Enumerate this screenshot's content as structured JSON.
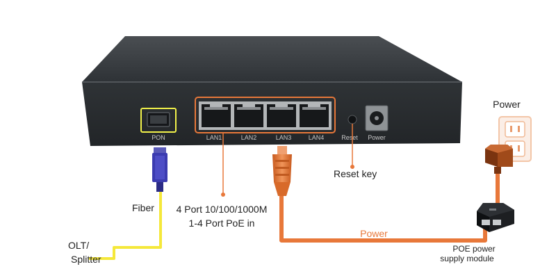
{
  "device": {
    "port_labels": {
      "pon": "PON",
      "lan1": "LAN1",
      "lan2": "LAN2",
      "lan3": "LAN3",
      "lan4": "LAN4",
      "reset": "Reset",
      "power": "Power"
    }
  },
  "callouts": {
    "fiber": "Fiber",
    "olt_line1": "OLT/",
    "olt_line2": "Splitter",
    "lan_desc_line1": "4 Port 10/100/1000M",
    "lan_desc_line2": "1-4 Port PoE in",
    "reset_key": "Reset key",
    "power_outlet": "Power",
    "power_cable": "Power",
    "poe_line1": "POE power",
    "poe_line2": "supply module"
  },
  "colors": {
    "chassis": "#2a2d30",
    "orange": "#e8783a",
    "pon_highlight": "#f2f24a",
    "fiber": "#f5e83a",
    "fiber_connector": "#3b3bb0"
  }
}
